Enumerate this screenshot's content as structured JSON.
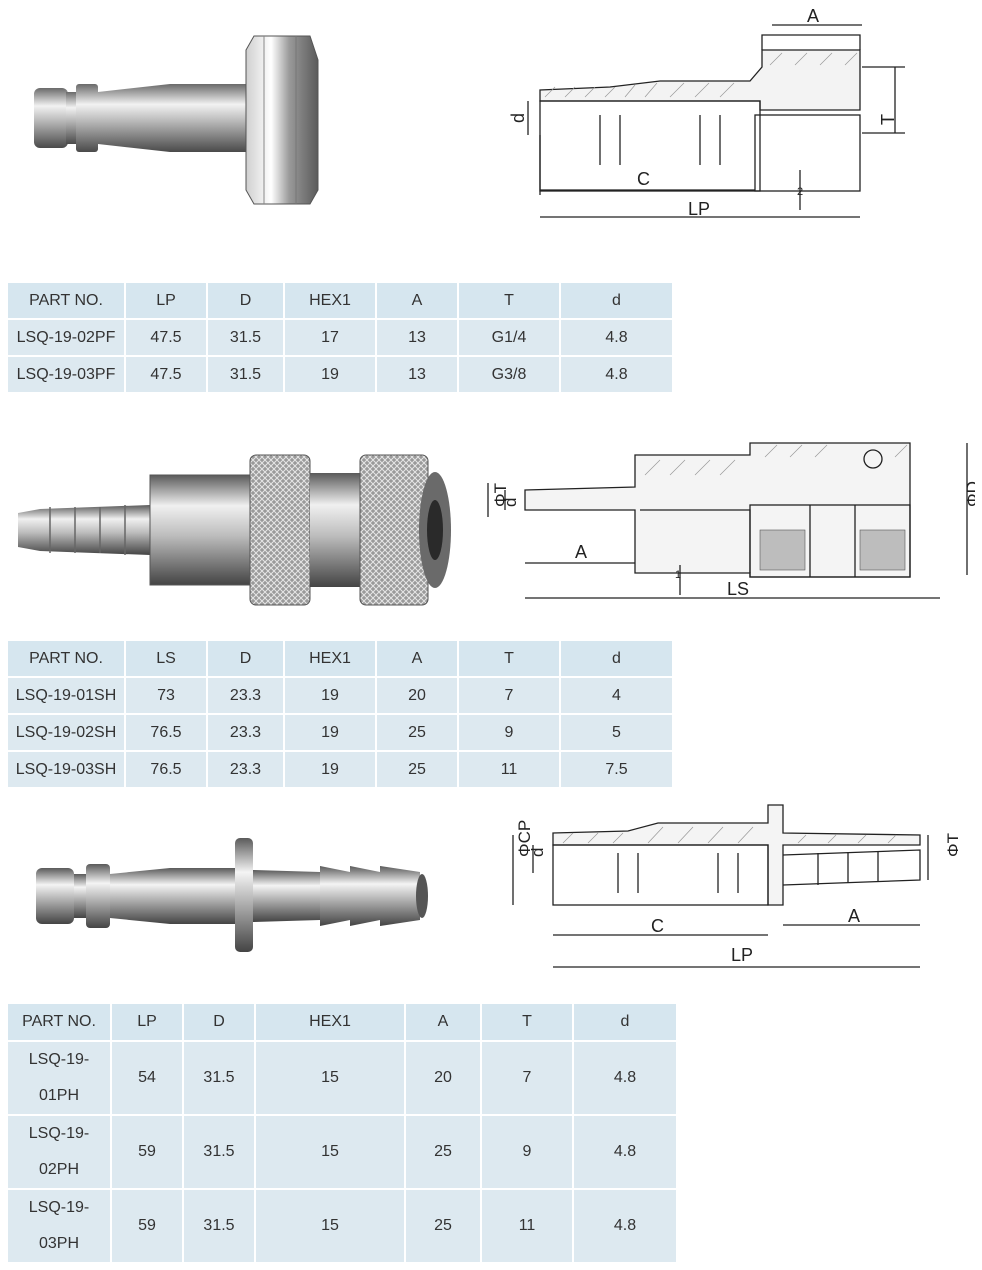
{
  "products": [
    {
      "id": "pf",
      "drawing_labels": {
        "A": "A",
        "d": "d",
        "T": "T",
        "C": "C",
        "LP": "LP",
        "hex_mark": "2"
      },
      "columns": [
        "PART NO.",
        "LP",
        "D",
        "HEX1",
        "A",
        "T",
        "d"
      ],
      "rows": [
        [
          "LSQ-19-02PF",
          "47.5",
          "31.5",
          "17",
          "13",
          "G1/4",
          "4.8"
        ],
        [
          "LSQ-19-03PF",
          "47.5",
          "31.5",
          "19",
          "13",
          "G3/8",
          "4.8"
        ]
      ]
    },
    {
      "id": "sh",
      "drawing_labels": {
        "phiT": "ΦT",
        "d": "d",
        "A": "A",
        "LS": "LS",
        "phiD": "ΦD",
        "hex_mark": "1"
      },
      "columns": [
        "PART NO.",
        "LS",
        "D",
        "HEX1",
        "A",
        "T",
        "d"
      ],
      "rows": [
        [
          "LSQ-19-01SH",
          "73",
          "23.3",
          "19",
          "20",
          "7",
          "4"
        ],
        [
          "LSQ-19-02SH",
          "76.5",
          "23.3",
          "19",
          "25",
          "9",
          "5"
        ],
        [
          "LSQ-19-03SH",
          "76.5",
          "23.3",
          "19",
          "25",
          "11",
          "7.5"
        ]
      ]
    },
    {
      "id": "ph",
      "drawing_labels": {
        "phiCP": "ΦCP",
        "d": "d",
        "phiT": "ΦT",
        "C": "C",
        "A": "A",
        "LP": "LP"
      },
      "columns": [
        "PART NO.",
        "LP",
        "D",
        "HEX1",
        "A",
        "T",
        "d"
      ],
      "rows": [
        [
          "LSQ-19-01PH",
          "54",
          "31.5",
          "15",
          "20",
          "7",
          "4.8"
        ],
        [
          "LSQ-19-02PH",
          "59",
          "31.5",
          "15",
          "25",
          "9",
          "4.8"
        ],
        [
          "LSQ-19-03PH",
          "59",
          "31.5",
          "15",
          "25",
          "11",
          "4.8"
        ]
      ]
    }
  ],
  "colors": {
    "table_cell": "#dde9f0",
    "text": "#333333",
    "metal_light": "#e8e8e8",
    "metal_dark": "#555555"
  }
}
